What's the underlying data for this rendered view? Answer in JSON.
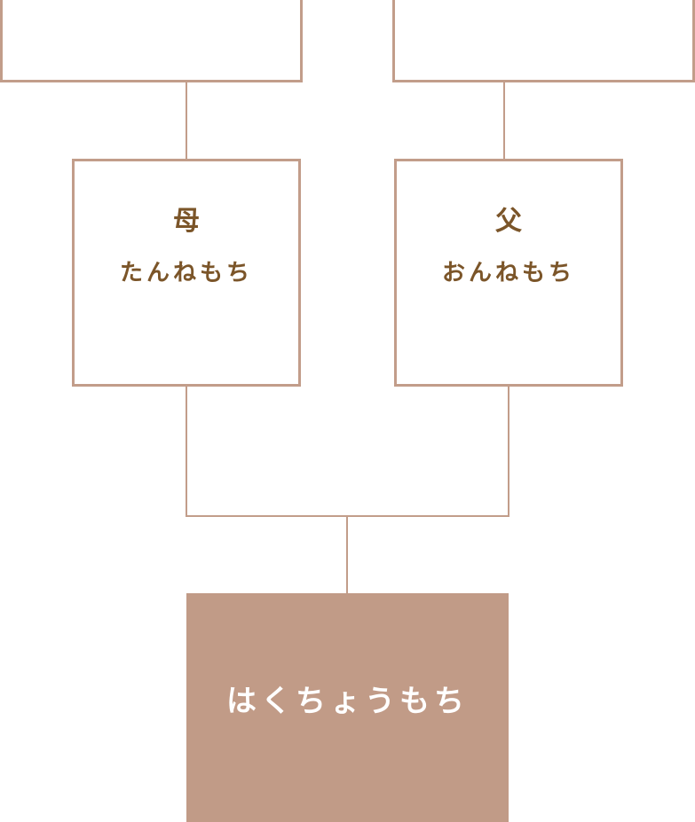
{
  "mother": {
    "role": "母",
    "name": "たんねもち"
  },
  "father": {
    "role": "父",
    "name": "おんねもち"
  },
  "child": {
    "name": "はくちょうもち"
  },
  "colors": {
    "line": "#c29d8a",
    "text": "#7b5529",
    "child_fill": "#c19b87"
  }
}
